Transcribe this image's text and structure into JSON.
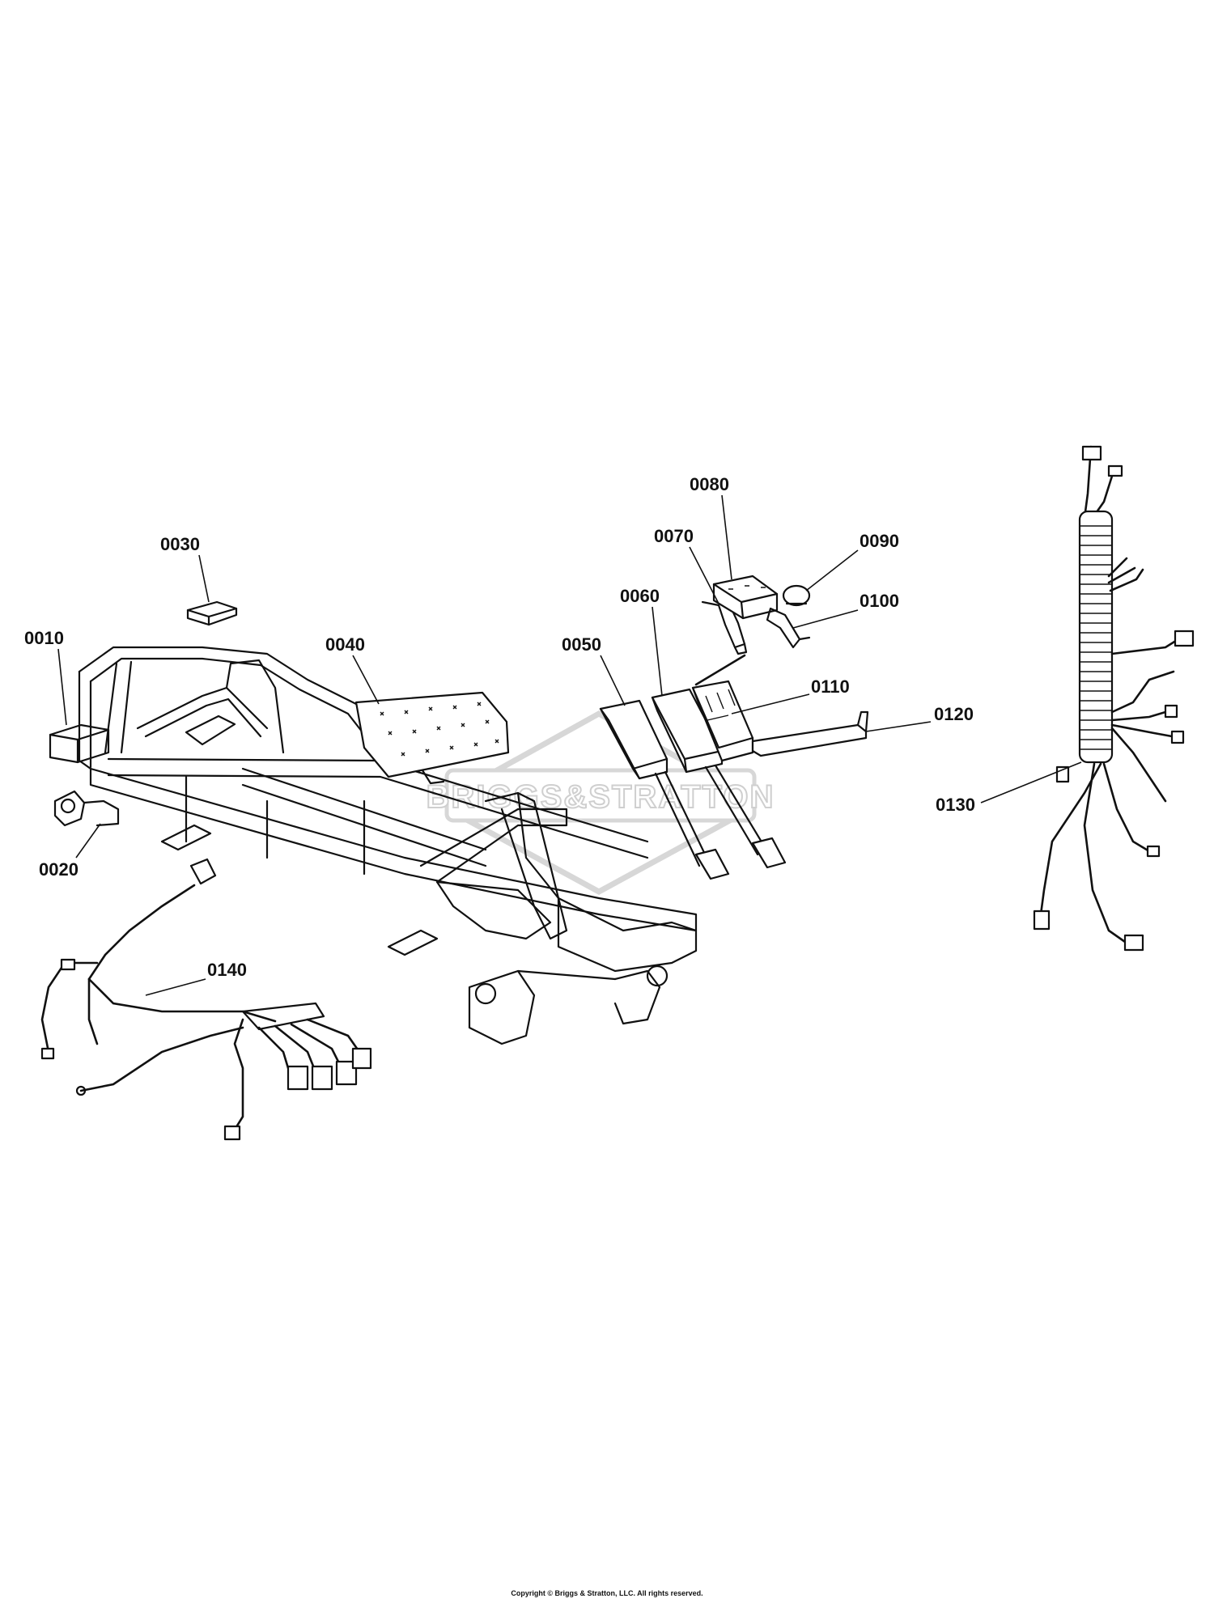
{
  "watermark": "BRIGGS&STRATTON",
  "callouts": [
    {
      "id": "c0010",
      "label": "0010"
    },
    {
      "id": "c0020",
      "label": "0020"
    },
    {
      "id": "c0030",
      "label": "0030"
    },
    {
      "id": "c0040",
      "label": "0040"
    },
    {
      "id": "c0050",
      "label": "0050"
    },
    {
      "id": "c0060",
      "label": "0060"
    },
    {
      "id": "c0070",
      "label": "0070"
    },
    {
      "id": "c0080",
      "label": "0080"
    },
    {
      "id": "c0090",
      "label": "0090"
    },
    {
      "id": "c0100",
      "label": "0100"
    },
    {
      "id": "c0110",
      "label": "0110"
    },
    {
      "id": "c0120",
      "label": "0120"
    },
    {
      "id": "c0130",
      "label": "0130"
    },
    {
      "id": "c0140",
      "label": "0140"
    }
  ],
  "copyright": "Copyright © Briggs & Stratton, LLC. All rights reserved."
}
